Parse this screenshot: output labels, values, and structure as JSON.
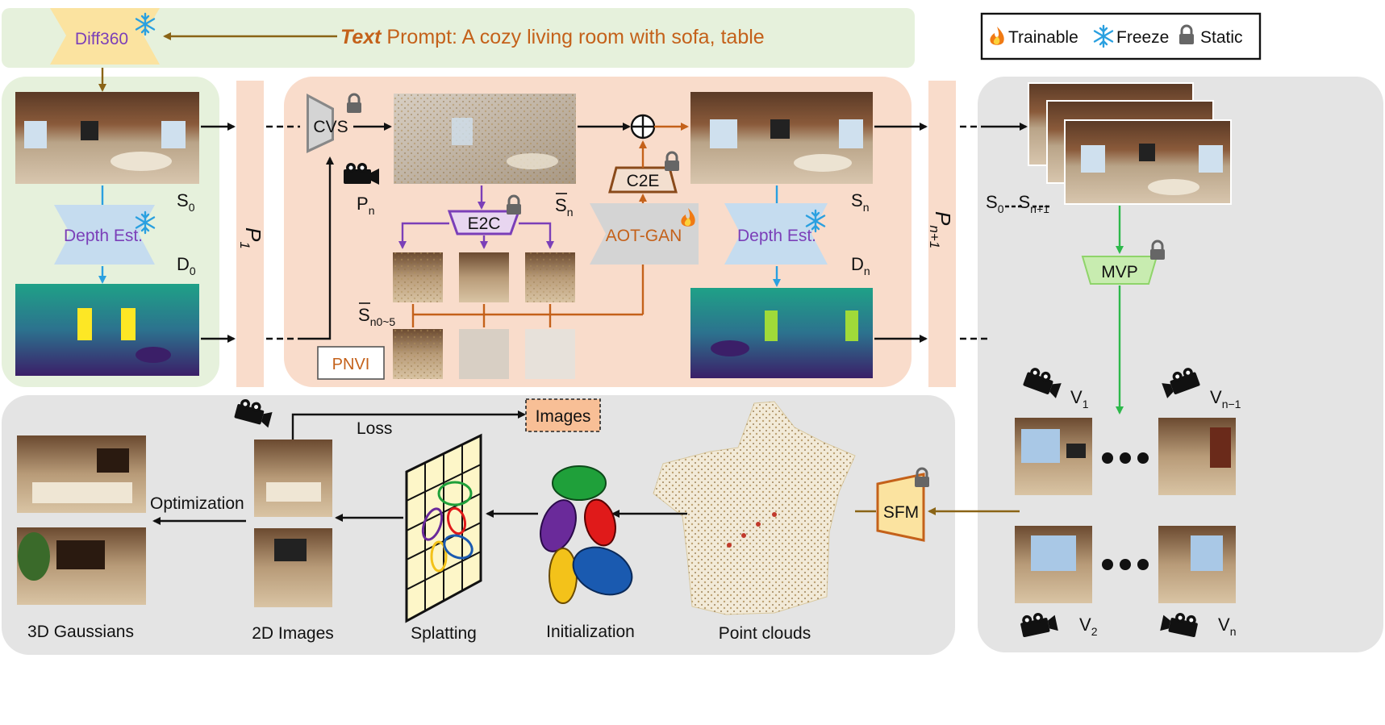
{
  "text_prompt": {
    "prefix": "Text",
    "rest": " Prompt: A cozy living room with sofa, table"
  },
  "legend": {
    "trainable": "Trainable",
    "freeze": "Freeze",
    "static": "Static"
  },
  "modules": {
    "diff360": "Diff360",
    "depth_est": "Depth Est.",
    "cvs": "CVS",
    "e2c": "E2C",
    "c2e": "C2E",
    "aot_gan": "AOT-GAN",
    "pnvi": "PNVI",
    "mvp": "MVP",
    "sfm": "SFM",
    "images": "Images"
  },
  "labels": {
    "s0": "S",
    "s0_sub": "0",
    "d0": "D",
    "d0_sub": "0",
    "pn": "P",
    "pn_sub": "n",
    "sn_bar": "S",
    "sn_bar_sub": "n",
    "sn05": "S",
    "sn05_sub": "n0~5",
    "sn": "S",
    "sn_sub": "n",
    "dn": "D",
    "dn_sub": "n",
    "p1": "P",
    "p1_sub": "1",
    "pn1": "P",
    "pn1_sub": "n+1",
    "seq_a": "S",
    "seq_a_sub": "0",
    "seq_b": "S",
    "seq_b_sub": "n+1",
    "v1": "V",
    "v1_sub": "1",
    "vn1": "V",
    "vn1_sub": "n−1",
    "v2": "V",
    "v2_sub": "2",
    "vn": "V",
    "vn_sub": "n"
  },
  "bottom": {
    "loss": "Loss",
    "optimization": "Optimization",
    "gaussians": "3D Gaussians",
    "images_2d": "2D Images",
    "splatting": "Splatting",
    "initialization": "Initialization",
    "point_clouds": "Point clouds"
  },
  "colors": {
    "prompt_green": "#e6f1dc",
    "panel_peach": "#f9dccb",
    "panel_grey": "#e4e4e4",
    "diff_yellow": "#fbe3a0",
    "depth_blue": "#c5dcef",
    "purple": "#7b3fb8",
    "orange": "#c4611a",
    "brown": "#8a6416",
    "cyan": "#2aa0e0",
    "green": "#2db84a"
  },
  "icons": [
    "fire-icon",
    "snowflake-icon",
    "lock-icon",
    "camera-icon"
  ]
}
